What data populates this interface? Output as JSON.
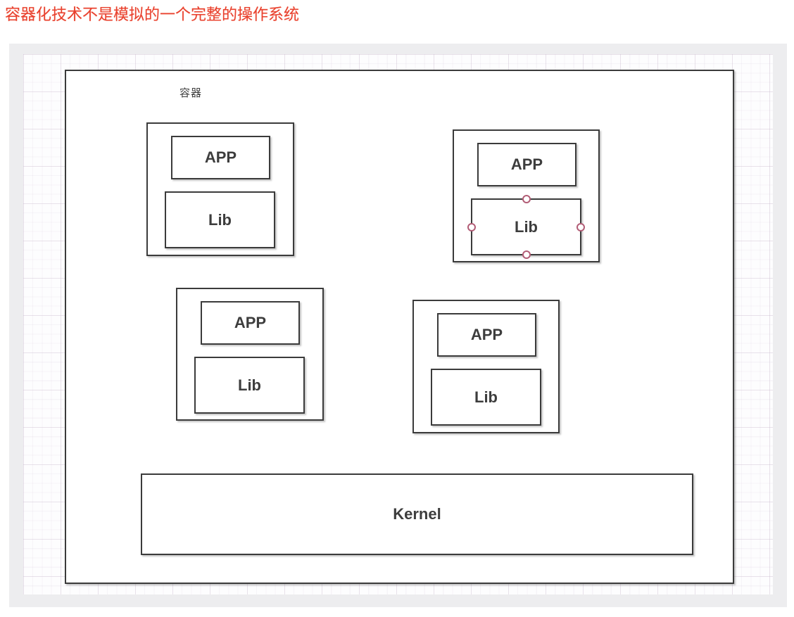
{
  "title": {
    "text": "容器化技术不是模拟的一个完整的操作系统",
    "color": "#e8402f"
  },
  "diagram": {
    "canvas_label": "容器",
    "containers": [
      {
        "app_label": "APP",
        "lib_label": "Lib",
        "lib_selected": false
      },
      {
        "app_label": "APP",
        "lib_label": "Lib",
        "lib_selected": true
      },
      {
        "app_label": "APP",
        "lib_label": "Lib",
        "lib_selected": false
      },
      {
        "app_label": "APP",
        "lib_label": "Lib",
        "lib_selected": false
      }
    ],
    "kernel_label": "Kernel",
    "colors": {
      "shape_border": "#3b3b3b",
      "shape_text": "#3d3d3d",
      "connection_point": "#b25d76",
      "canvas_frame": "#ededef",
      "grid_surface": "#fdfdfe"
    }
  }
}
